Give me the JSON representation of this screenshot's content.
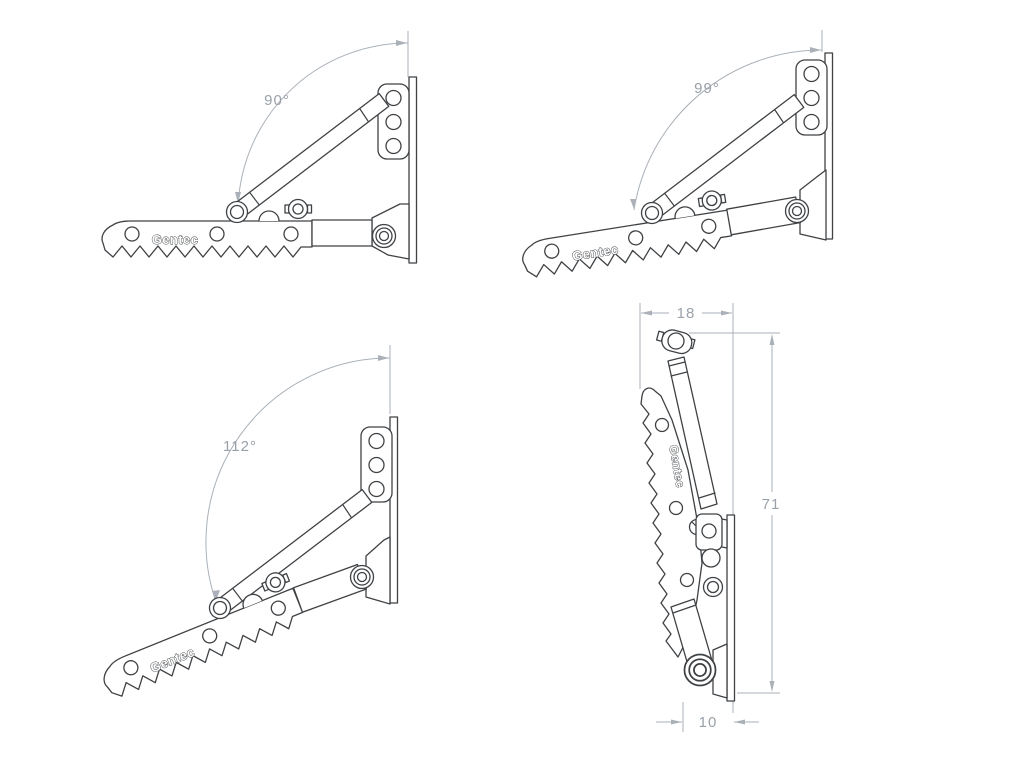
{
  "brand": {
    "logo": "Gentec"
  },
  "colors": {
    "line_color": "#3f4245",
    "dimension_color": "#aab1b8",
    "dimension_text_color": "#9aa1a9",
    "background_color": "#ffffff",
    "logo_fill": "#ffffff"
  },
  "views": {
    "angle_90": {
      "label": "90°"
    },
    "angle_99": {
      "label": "99°"
    },
    "angle_112": {
      "label": "112°"
    },
    "folded": {
      "width_dimension": "18",
      "height_dimension": "71",
      "depth_dimension": "10"
    }
  }
}
